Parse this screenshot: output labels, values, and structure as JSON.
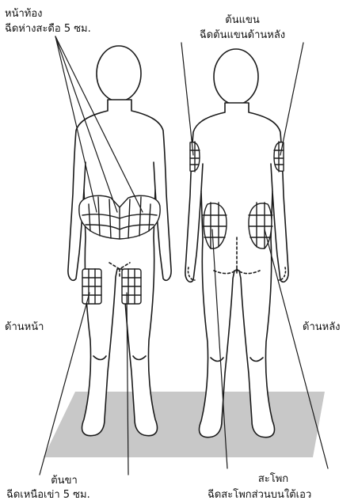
{
  "labels": {
    "abdomen_title": "หน้าท้อง",
    "abdomen_note": "ฉีดห่างสะดือ 5 ซม.",
    "upper_arm_title": "ต้นแขน",
    "upper_arm_note": "ฉีดต้นแขนด้านหลัง",
    "front_view": "ด้านหน้า",
    "back_view": "ด้านหลัง",
    "thigh_title": "ต้นขา",
    "thigh_note": "ฉีดเหนือเข่า 5 ซม.",
    "buttock_title": "สะโพก",
    "buttock_note": "ฉีดสะโพกส่วนบนใต้เอว"
  },
  "colors": {
    "outline": "#1a1a1a",
    "floor": "#c8c8c8",
    "background": "#ffffff"
  }
}
